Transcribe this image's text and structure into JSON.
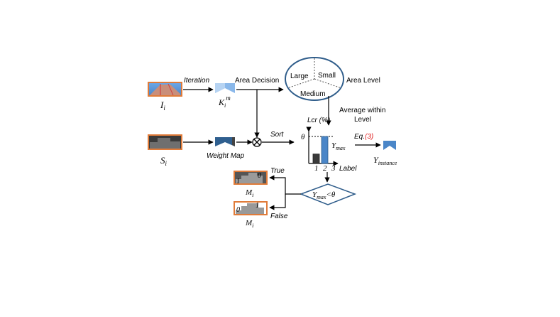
{
  "labels": {
    "iteration": "Iteration",
    "area_decision": "Area Decision",
    "area_level": "Area Level",
    "average_within_level": [
      "Average within",
      "Level"
    ],
    "sort": "Sort",
    "weight_map": "Weight Map",
    "eq_prefix": "Eq.",
    "eq_number": "(3)",
    "true_label": "True",
    "false_label": "False"
  },
  "pie": {
    "large": "Large",
    "small": "Small",
    "medium": "Medium"
  },
  "symbols": {
    "image_I": "I",
    "image_I_sub": "i",
    "image_S": "S",
    "image_S_sub": "i",
    "kernel_K": "K",
    "kernel_K_sub": "i",
    "kernel_K_sup": "m",
    "y_instance": "Y",
    "y_instance_sub": "instance",
    "mask_M": "M",
    "mask_M_sub": "i",
    "condition_Y": "Y",
    "condition_sub": "max",
    "condition_op": "<θ"
  },
  "chart": {
    "ylabel": "Lcr (%)",
    "xlabel": "Label",
    "theta": "θ",
    "ymax_label": "Y",
    "ymax_sub": "max",
    "categories": [
      "1",
      "2",
      "3"
    ]
  },
  "masks": {
    "true_left": "1",
    "true_right": "0",
    "false_left": "0",
    "false_right": "1"
  },
  "chart_data": {
    "type": "bar",
    "categories": [
      "1",
      "2",
      "3"
    ],
    "values": [
      0.35,
      1.0,
      0
    ],
    "xlabel": "Label",
    "ylabel": "Lcr (%)"
  },
  "colors": {
    "orange_border": "#e07b39",
    "blue": "#4a86c8",
    "dark_gray": "#4d4d4d",
    "diamond_stroke": "#2e5c8a",
    "eq_red": "#e02020"
  }
}
